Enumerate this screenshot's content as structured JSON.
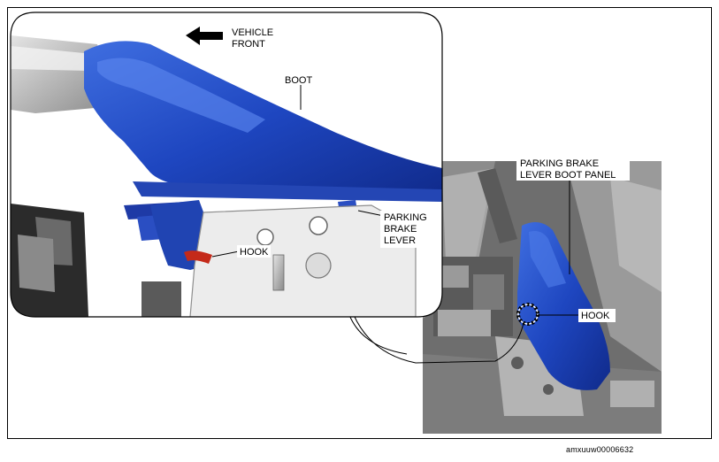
{
  "labels": {
    "vehicle_front_line1": "VEHICLE",
    "vehicle_front_line2": "FRONT",
    "boot": "BOOT",
    "parking_brake_lever_line1": "PARKING",
    "parking_brake_lever_line2": "BRAKE",
    "parking_brake_lever_line3": "LEVER",
    "hook_callout": "HOOK",
    "boot_panel_line1": "PARKING BRAKE",
    "boot_panel_line2": "LEVER BOOT PANEL",
    "hook_label_main": "HOOK"
  },
  "figure_id": "amxuuw00006632",
  "colors": {
    "boot_blue": "#1a3fb8",
    "boot_highlight": "#3f6ee0",
    "hook_red": "#c42a1a",
    "metal_gray": "#b8b8b8",
    "dark_gray": "#4a4a4a"
  }
}
